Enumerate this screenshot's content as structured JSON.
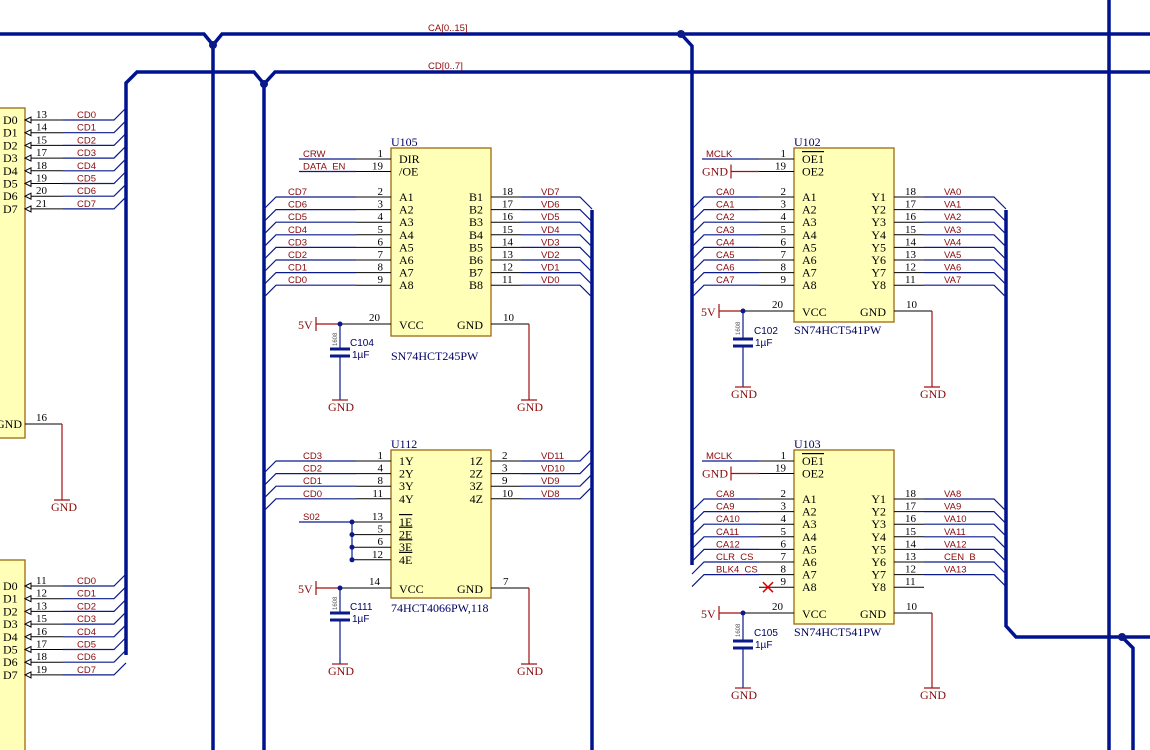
{
  "buses": {
    "ca": "CA[0..15]",
    "cd": "CD[0..7]"
  },
  "power": {
    "gnd": "GND",
    "v5": "5V"
  },
  "left_top": {
    "pins": [
      "D0",
      "D1",
      "D2",
      "D3",
      "D4",
      "D5",
      "D6",
      "D7"
    ],
    "nums": [
      "13",
      "14",
      "15",
      "17",
      "18",
      "19",
      "20",
      "21"
    ],
    "nets": [
      "CD0",
      "CD1",
      "CD2",
      "CD3",
      "CD4",
      "CD5",
      "CD6",
      "CD7"
    ],
    "gnd_pin": "GND",
    "gnd_num": "16"
  },
  "left_bottom": {
    "pins": [
      "D0",
      "D1",
      "D2",
      "D3",
      "D4",
      "D5",
      "D6",
      "D7"
    ],
    "nums": [
      "11",
      "12",
      "13",
      "15",
      "16",
      "17",
      "18",
      "19"
    ],
    "nets": [
      "CD0",
      "CD1",
      "CD2",
      "CD3",
      "CD4",
      "CD5",
      "CD6",
      "CD7"
    ]
  },
  "u105": {
    "ref": "U105",
    "part": "SN74HCT245PW",
    "ctrl_pins": [
      "DIR",
      "/OE"
    ],
    "ctrl_nums": [
      "1",
      "19"
    ],
    "ctrl_nets": [
      "CRW",
      "DATA_EN"
    ],
    "a_pins": [
      "A1",
      "A2",
      "A3",
      "A4",
      "A5",
      "A6",
      "A7",
      "A8"
    ],
    "a_nums": [
      "2",
      "3",
      "4",
      "5",
      "6",
      "7",
      "8",
      "9"
    ],
    "a_nets": [
      "CD7",
      "CD6",
      "CD5",
      "CD4",
      "CD3",
      "CD2",
      "CD1",
      "CD0"
    ],
    "b_pins": [
      "B1",
      "B2",
      "B3",
      "B4",
      "B5",
      "B6",
      "B7",
      "B8"
    ],
    "b_nums": [
      "18",
      "17",
      "16",
      "15",
      "14",
      "13",
      "12",
      "11"
    ],
    "b_nets": [
      "VD7",
      "VD6",
      "VD5",
      "VD4",
      "VD3",
      "VD2",
      "VD1",
      "VD0"
    ],
    "vcc": "VCC",
    "vcc_num": "20",
    "gnd": "GND",
    "gnd_num": "10",
    "cap_ref": "C104",
    "cap_val": "1µF",
    "cap_pkg": "1608"
  },
  "u112": {
    "ref": "U112",
    "part": "74HCT4066PW,118",
    "y_pins": [
      "1Y",
      "2Y",
      "3Y",
      "4Y"
    ],
    "y_nums": [
      "1",
      "4",
      "8",
      "11"
    ],
    "y_nets": [
      "CD3",
      "CD2",
      "CD1",
      "CD0"
    ],
    "z_pins": [
      "1Z",
      "2Z",
      "3Z",
      "4Z"
    ],
    "z_nums": [
      "2",
      "3",
      "9",
      "10"
    ],
    "z_nets": [
      "VD11",
      "VD10",
      "VD9",
      "VD8"
    ],
    "e_pins": [
      "1E",
      "2E",
      "3E",
      "4E"
    ],
    "e_nums": [
      "13",
      "5",
      "6",
      "12"
    ],
    "e_net": "S02",
    "vcc": "VCC",
    "vcc_num": "14",
    "gnd": "GND",
    "gnd_num": "7",
    "cap_ref": "C111",
    "cap_val": "1µF",
    "cap_pkg": "1608"
  },
  "u102": {
    "ref": "U102",
    "part": "SN74HCT541PW",
    "ctrl_pins": [
      "OE1",
      "OE2"
    ],
    "ctrl_nums": [
      "1",
      "19"
    ],
    "ctrl_nets": [
      "MCLK",
      "GND"
    ],
    "a_pins": [
      "A1",
      "A2",
      "A3",
      "A4",
      "A5",
      "A6",
      "A7",
      "A8"
    ],
    "a_nums": [
      "2",
      "3",
      "4",
      "5",
      "6",
      "7",
      "8",
      "9"
    ],
    "a_nets": [
      "CA0",
      "CA1",
      "CA2",
      "CA3",
      "CA4",
      "CA5",
      "CA6",
      "CA7"
    ],
    "y_pins": [
      "Y1",
      "Y2",
      "Y3",
      "Y4",
      "Y5",
      "Y6",
      "Y7",
      "Y8"
    ],
    "y_nums": [
      "18",
      "17",
      "16",
      "15",
      "14",
      "13",
      "12",
      "11"
    ],
    "y_nets": [
      "VA0",
      "VA1",
      "VA2",
      "VA3",
      "VA4",
      "VA5",
      "VA6",
      "VA7"
    ],
    "vcc": "VCC",
    "vcc_num": "20",
    "gnd": "GND",
    "gnd_num": "10",
    "cap_ref": "C102",
    "cap_val": "1µF",
    "cap_pkg": "1608"
  },
  "u103": {
    "ref": "U103",
    "part": "SN74HCT541PW",
    "ctrl_pins": [
      "OE1",
      "OE2"
    ],
    "ctrl_nums": [
      "1",
      "19"
    ],
    "ctrl_nets": [
      "MCLK",
      "GND"
    ],
    "a_pins": [
      "A1",
      "A2",
      "A3",
      "A4",
      "A5",
      "A6",
      "A7",
      "A8"
    ],
    "a_nums": [
      "2",
      "3",
      "4",
      "5",
      "6",
      "7",
      "8",
      "9"
    ],
    "a_nets": [
      "CA8",
      "CA9",
      "CA10",
      "CA11",
      "CA12",
      "CLR_CS",
      "BLK4_CS",
      ""
    ],
    "y_pins": [
      "Y1",
      "Y2",
      "Y3",
      "Y4",
      "Y5",
      "Y6",
      "Y7",
      "Y8"
    ],
    "y_nums": [
      "18",
      "17",
      "16",
      "15",
      "14",
      "13",
      "12",
      "11"
    ],
    "y_nets": [
      "VA8",
      "VA9",
      "VA10",
      "VA11",
      "VA12",
      "CEN_B",
      "VA13",
      ""
    ],
    "vcc": "VCC",
    "vcc_num": "20",
    "gnd": "GND",
    "gnd_num": "10",
    "cap_ref": "C105",
    "cap_val": "1µF",
    "cap_pkg": "1608"
  }
}
